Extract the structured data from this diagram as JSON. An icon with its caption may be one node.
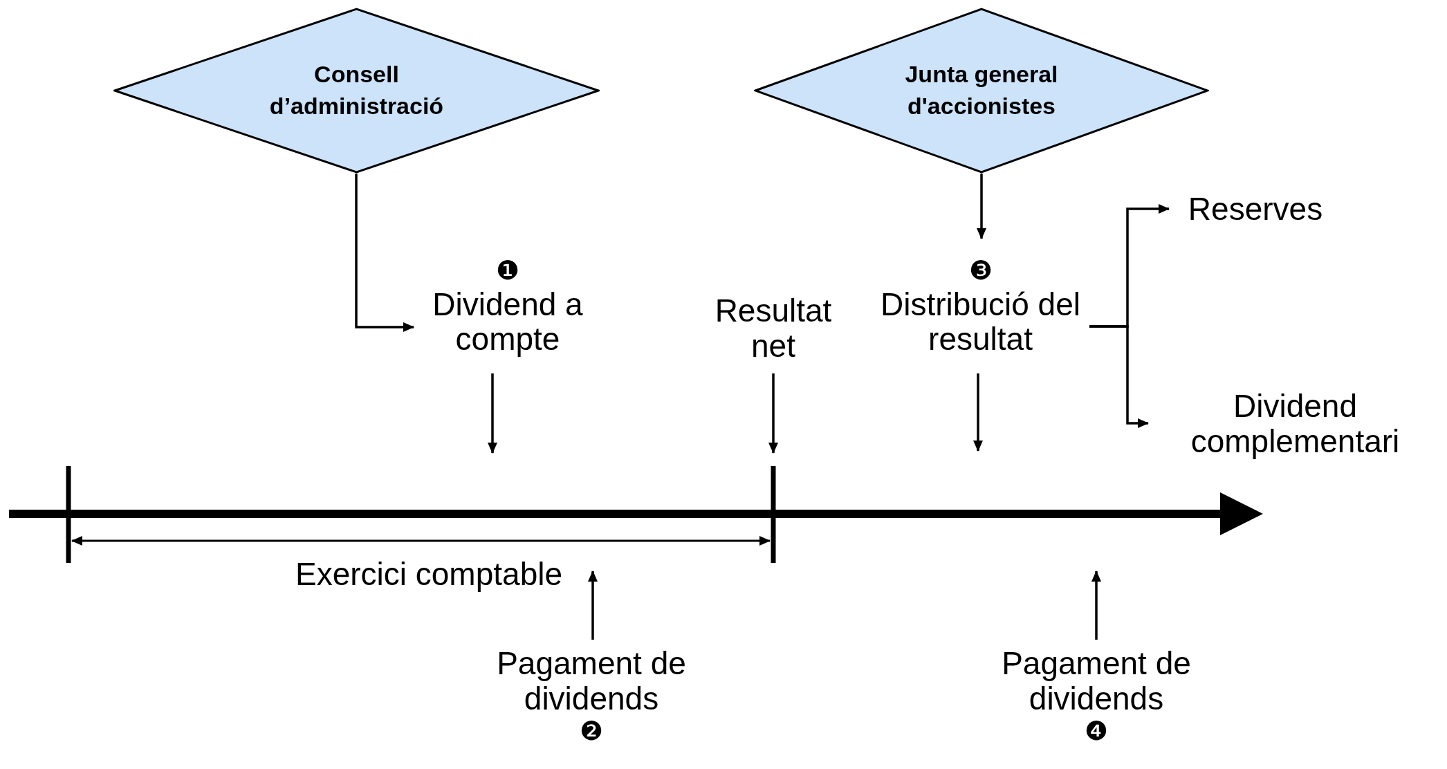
{
  "diagram": {
    "nodes": [
      {
        "text": [
          "Consell d’administració"
        ]
      },
      {
        "text": [
          "Junta general d'accionistes"
        ]
      },
      {
        "text": [
          "Dividend a compte"
        ],
        "beside": [
          "❶"
        ]
      },
      {
        "text": [
          "Resultat net"
        ]
      },
      {
        "text": [
          "Distribució del resultat"
        ],
        "beside": [
          "❸"
        ]
      },
      {
        "text": [
          "Reserves"
        ]
      },
      {
        "text": [
          "Dividend complementari"
        ]
      },
      {
        "text": [
          "Pagament de dividends"
        ],
        "beside": [
          "❷"
        ]
      },
      {
        "text": [
          "Pagament de dividends"
        ],
        "beside": [
          "❹"
        ]
      }
    ],
    "edges": [
      {
        "from": 0,
        "to": 2,
        "arrow": "to"
      },
      {
        "from": 1,
        "to": 4,
        "arrow": "to"
      },
      {
        "from": 2,
        "to": null,
        "arrow": "to"
      },
      {
        "from": 3,
        "to": null,
        "arrow": "to"
      },
      {
        "from": 4,
        "to": null,
        "arrow": "to"
      },
      {
        "from": 4,
        "to": 5,
        "arrow": "to"
      },
      {
        "from": 4,
        "to": 6,
        "arrow": "to"
      },
      {
        "from": 7,
        "to": null,
        "arrow": "to"
      },
      {
        "from": 8,
        "to": null,
        "arrow": "to"
      }
    ],
    "labels": [
      "Exercici comptable"
    ]
  }
}
